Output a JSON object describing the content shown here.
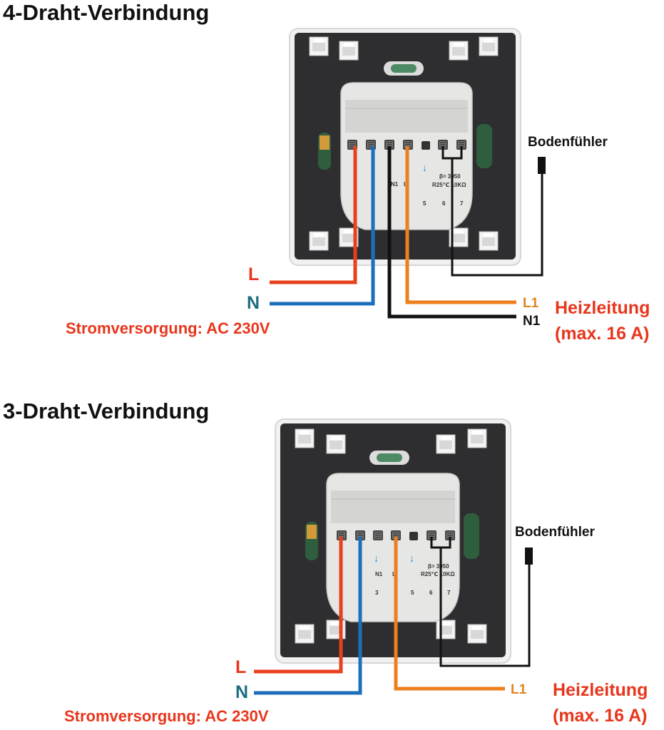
{
  "diagrams": [
    {
      "title": "4-Draht-Verbindung",
      "sensor_label": "Bodenfühler",
      "wire_L": "L",
      "wire_N": "N",
      "power_label": "Stromversorgung: AC 230V",
      "out_L1": "L1",
      "out_N1": "N1",
      "heating_line1": "Heizleitung",
      "heating_line2": "(max. 16 A)",
      "terminal_marks": {
        "n1": "N1",
        "l": "L",
        "t5": "5",
        "t6": "6",
        "t7": "7",
        "beta": "β= 3950",
        "r25": "R25℃ 10KΩ"
      }
    },
    {
      "title": "3-Draht-Verbindung",
      "sensor_label": "Bodenfühler",
      "wire_L": "L",
      "wire_N": "N",
      "power_label": "Stromversorgung: AC 230V",
      "out_L1": "L1",
      "heating_line1": "Heizleitung",
      "heating_line2": "(max. 16 A)",
      "terminal_marks": {
        "n1": "N1",
        "l": "L",
        "t3": "3",
        "t5": "5",
        "t6": "6",
        "t7": "7",
        "beta": "β= 3950",
        "r25": "R25℃ 10KΩ"
      }
    }
  ],
  "colors": {
    "L_wire": "#e8401c",
    "N_wire": "#1d6fbd",
    "L1_wire": "#ee7f1e",
    "N1_wire": "#111111",
    "sensor_wire": "#111111",
    "red_text": "#e8361c",
    "teal_text": "#1d6d80",
    "orange_text": "#e0841f",
    "panel_dark": "#2e2e30",
    "frame": "#ececec",
    "terminal_block": "#e6e6e4"
  }
}
